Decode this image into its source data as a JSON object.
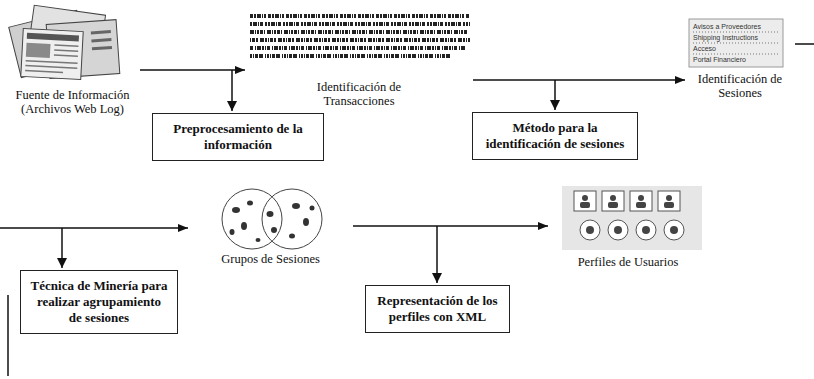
{
  "diagram": {
    "nodes": [
      {
        "text": [
          "Fuente de Información (Archivos Web Log)"
        ]
      },
      {
        "text": [
          "Identificación de Transacciones"
        ]
      },
      {
        "text": [
          "Identificación de Sesiones"
        ]
      },
      {
        "text": [
          "Preprocesamiento de la información"
        ]
      },
      {
        "text": [
          "Método para la identificación de sesiones"
        ]
      },
      {
        "text": [
          "Grupos de Sesiones"
        ]
      },
      {
        "text": [
          "Perfiles de Usuarios"
        ]
      },
      {
        "text": [
          "Técnica de Minería para realizar agrupamiento de sesiones"
        ]
      },
      {
        "text": [
          "Representación de los perfiles con XML"
        ]
      }
    ],
    "edges": [
      {
        "from": 0,
        "to": 1,
        "arrow": "to"
      },
      {
        "from": 1,
        "to": 2,
        "arrow": "to"
      },
      {
        "from": 2,
        "to": 5,
        "arrow": "to"
      },
      {
        "from": 5,
        "to": 6,
        "arrow": "to"
      }
    ],
    "labels": [
      "Avisos a Proveedores",
      "Shipping Instructions",
      "Acceso",
      "Portal Financiero"
    ]
  }
}
